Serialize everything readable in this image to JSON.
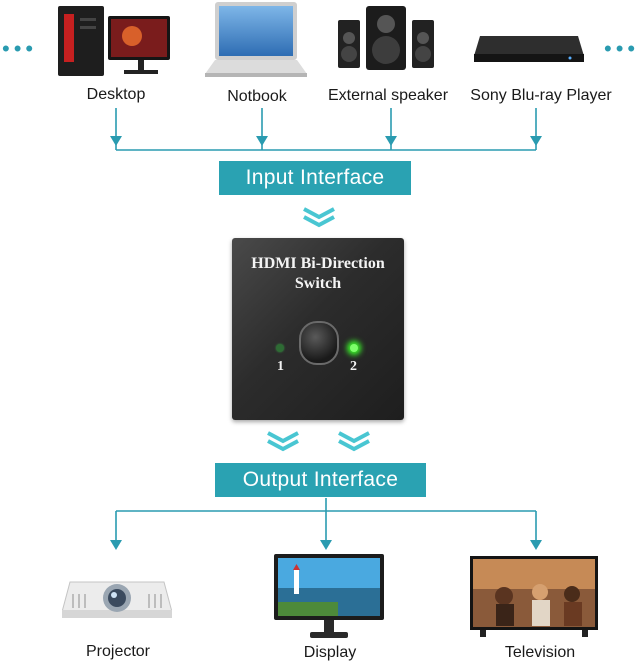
{
  "inputs": [
    {
      "label": "Desktop",
      "icon": "desktop-computer-icon"
    },
    {
      "label": "Notbook",
      "icon": "laptop-icon"
    },
    {
      "label": "External speaker",
      "icon": "speaker-icon"
    },
    {
      "label": "Sony Blu-ray Player",
      "icon": "blu-ray-player-icon"
    }
  ],
  "input_interface": "Input Interface",
  "switch": {
    "title_line1": "HDMI Bi-Direction",
    "title_line2": "Switch",
    "port1": "1",
    "port2": "2",
    "active_port": "2"
  },
  "output_interface": "Output Interface",
  "outputs": [
    {
      "label": "Projector",
      "icon": "projector-icon"
    },
    {
      "label": "Display",
      "icon": "monitor-icon"
    },
    {
      "label": "Television",
      "icon": "television-icon"
    }
  ],
  "more_indicator": "•••",
  "colors": {
    "accent": "#2aa2b2",
    "led_on": "#3cff2a",
    "device_dark": "#2a2a2a"
  }
}
